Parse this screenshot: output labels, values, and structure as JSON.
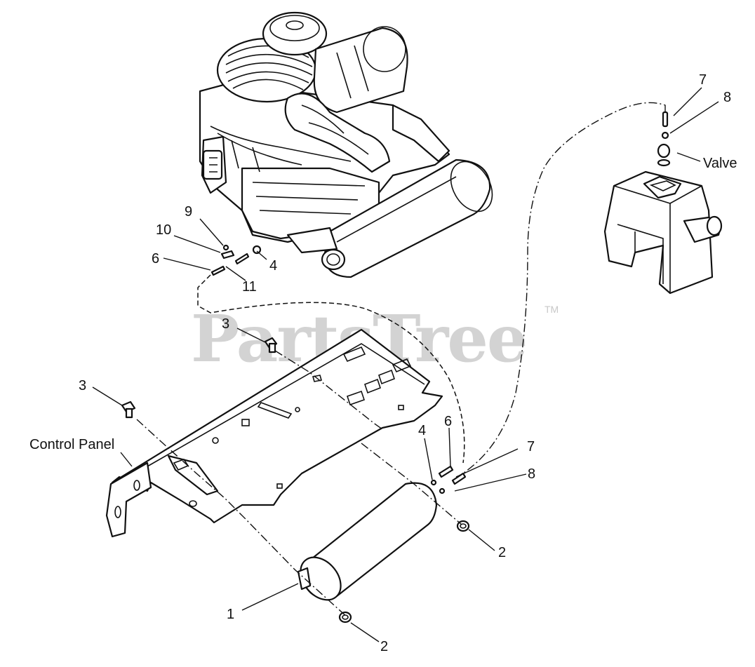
{
  "watermark": {
    "text": "PartsTree",
    "trademark": "TM"
  },
  "labels": {
    "control_panel": "Control Panel",
    "valve": "Valve"
  },
  "callouts": {
    "c1": "1",
    "c2a": "2",
    "c2b": "2",
    "c3a": "3",
    "c3b": "3",
    "c4a": "4",
    "c4b": "4",
    "c6a": "6",
    "c6b": "6",
    "c7a": "7",
    "c7b": "7",
    "c8a": "8",
    "c8b": "8",
    "c9": "9",
    "c10": "10",
    "c11": "11"
  },
  "icons": {
    "engine": "engine-icon",
    "muffler": "muffler-icon",
    "fuel_tank": "fuel-tank-icon",
    "control_panel": "control-panel-bracket",
    "canister": "charcoal-canister-icon"
  }
}
